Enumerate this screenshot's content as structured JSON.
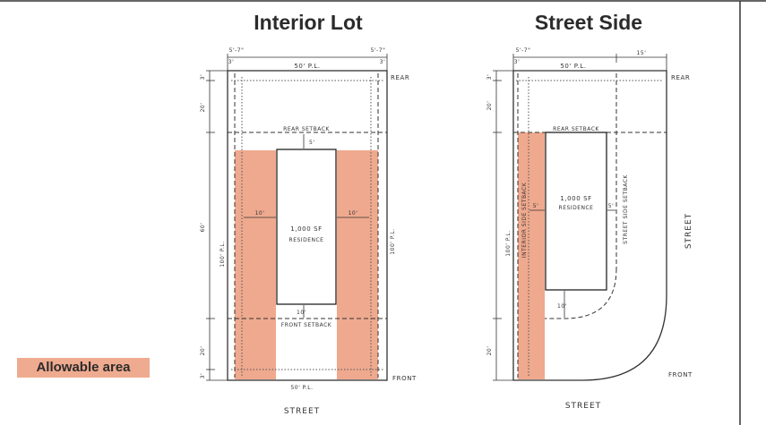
{
  "panels": {
    "interior": {
      "title": "Interior Lot",
      "pl_top": "50' P.L.",
      "pl_bottom": "50' P.L.",
      "side_left": "5'-7\"",
      "side_right": "5'-7\"",
      "side_left_small": "3'",
      "side_right_small": "3'",
      "rear": "REAR",
      "front": "FRONT",
      "street": "STREET",
      "rear_setback": "REAR SETBACK",
      "front_setback": "FRONT SETBACK",
      "residence_1": "1,000 SF",
      "residence_2": "RESIDENCE",
      "dim_3_top": "3'",
      "dim_20_top": "20'",
      "dim_60": "60'",
      "dim_20_bottom": "20'",
      "dim_3_bottom": "3'",
      "dim_100_left": "100' P.L.",
      "dim_100_right": "100' P.L.",
      "gap_left": "10'",
      "gap_right": "10'",
      "gap_top": "5'",
      "gap_bottom": "10'"
    },
    "street_side": {
      "title": "Street Side",
      "pl_top": "50' P.L.",
      "side_left": "5'-7\"",
      "side_left_small": "3'",
      "dim_15": "15'",
      "rear": "REAR",
      "front": "FRONT",
      "street_bottom": "STREET",
      "street_right": "STREET",
      "rear_setback": "REAR SETBACK",
      "interior_setback": "INTERIOR SIDE SETBACK",
      "street_setback": "STREET SIDE SETBACK",
      "residence_1": "1,000 SF",
      "residence_2": "RESIDENCE",
      "dim_3_top": "3'",
      "dim_20_top": "20'",
      "dim_100_left": "100' P.L.",
      "dim_20_bottom": "20'",
      "gap_left": "5'",
      "gap_right": "5'",
      "gap_bottom": "10'"
    }
  },
  "legend": {
    "label": "Allowable area",
    "color": "#efab8f"
  },
  "colors": {
    "allowable": "#efa98e",
    "line": "#333333"
  }
}
